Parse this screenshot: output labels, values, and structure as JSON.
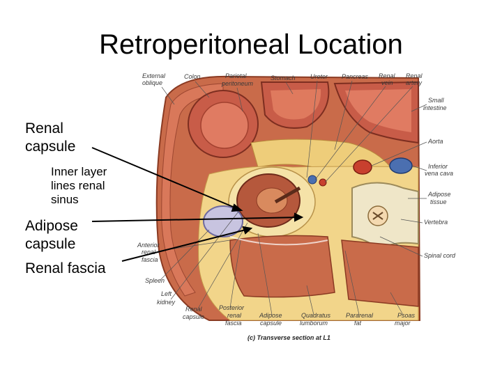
{
  "slide": {
    "title": "Retroperitoneal Location",
    "bullets": {
      "renal_capsule_1": "Renal",
      "renal_capsule_2": "capsule",
      "inner_1": "Inner layer",
      "inner_2": "lines renal",
      "inner_3": "sinus",
      "adipose_1": "Adipose",
      "adipose_2": "capsule",
      "fascia": "Renal fascia"
    }
  },
  "figure": {
    "labels": {
      "external_oblique_1": "External",
      "external_oblique_2": "oblique",
      "colon": "Colon",
      "parietal_1": "Parietal",
      "parietal_2": "peritoneum",
      "stomach": "Stomach",
      "ureter": "Ureter",
      "pancreas": "Pancreas",
      "renal_vein_1": "Renal",
      "renal_vein_2": "vein",
      "renal_artery_1": "Renal",
      "renal_artery_2": "artery",
      "small_intestine_1": "Small",
      "small_intestine_2": "intestine",
      "aorta": "Aorta",
      "ivc_1": "Inferior",
      "ivc_2": "vena cava",
      "adipose_tissue_1": "Adipose",
      "adipose_tissue_2": "tissue",
      "vertebra": "Vertebra",
      "spinal_cord": "Spinal cord",
      "anterior_fascia_1": "Anterior",
      "anterior_fascia_2": "renal",
      "anterior_fascia_3": "fascia",
      "spleen": "Spleen",
      "left_kidney_1": "Left",
      "left_kidney_2": "kidney",
      "renal_capsule_1": "Renal",
      "renal_capsule_2": "capsule",
      "posterior_fascia_1": "Posterior",
      "posterior_fascia_2": "renal",
      "posterior_fascia_3": "fascia",
      "adipose_capsule_1": "Adipose",
      "adipose_capsule_2": "capsule",
      "quadratus_1": "Quadratus",
      "quadratus_2": "lumborum",
      "pararenal_1": "Pararenal",
      "pararenal_2": "fat",
      "psoas_1": "Psoas",
      "psoas_2": "major",
      "caption": "(c) Transverse section at L1"
    }
  }
}
